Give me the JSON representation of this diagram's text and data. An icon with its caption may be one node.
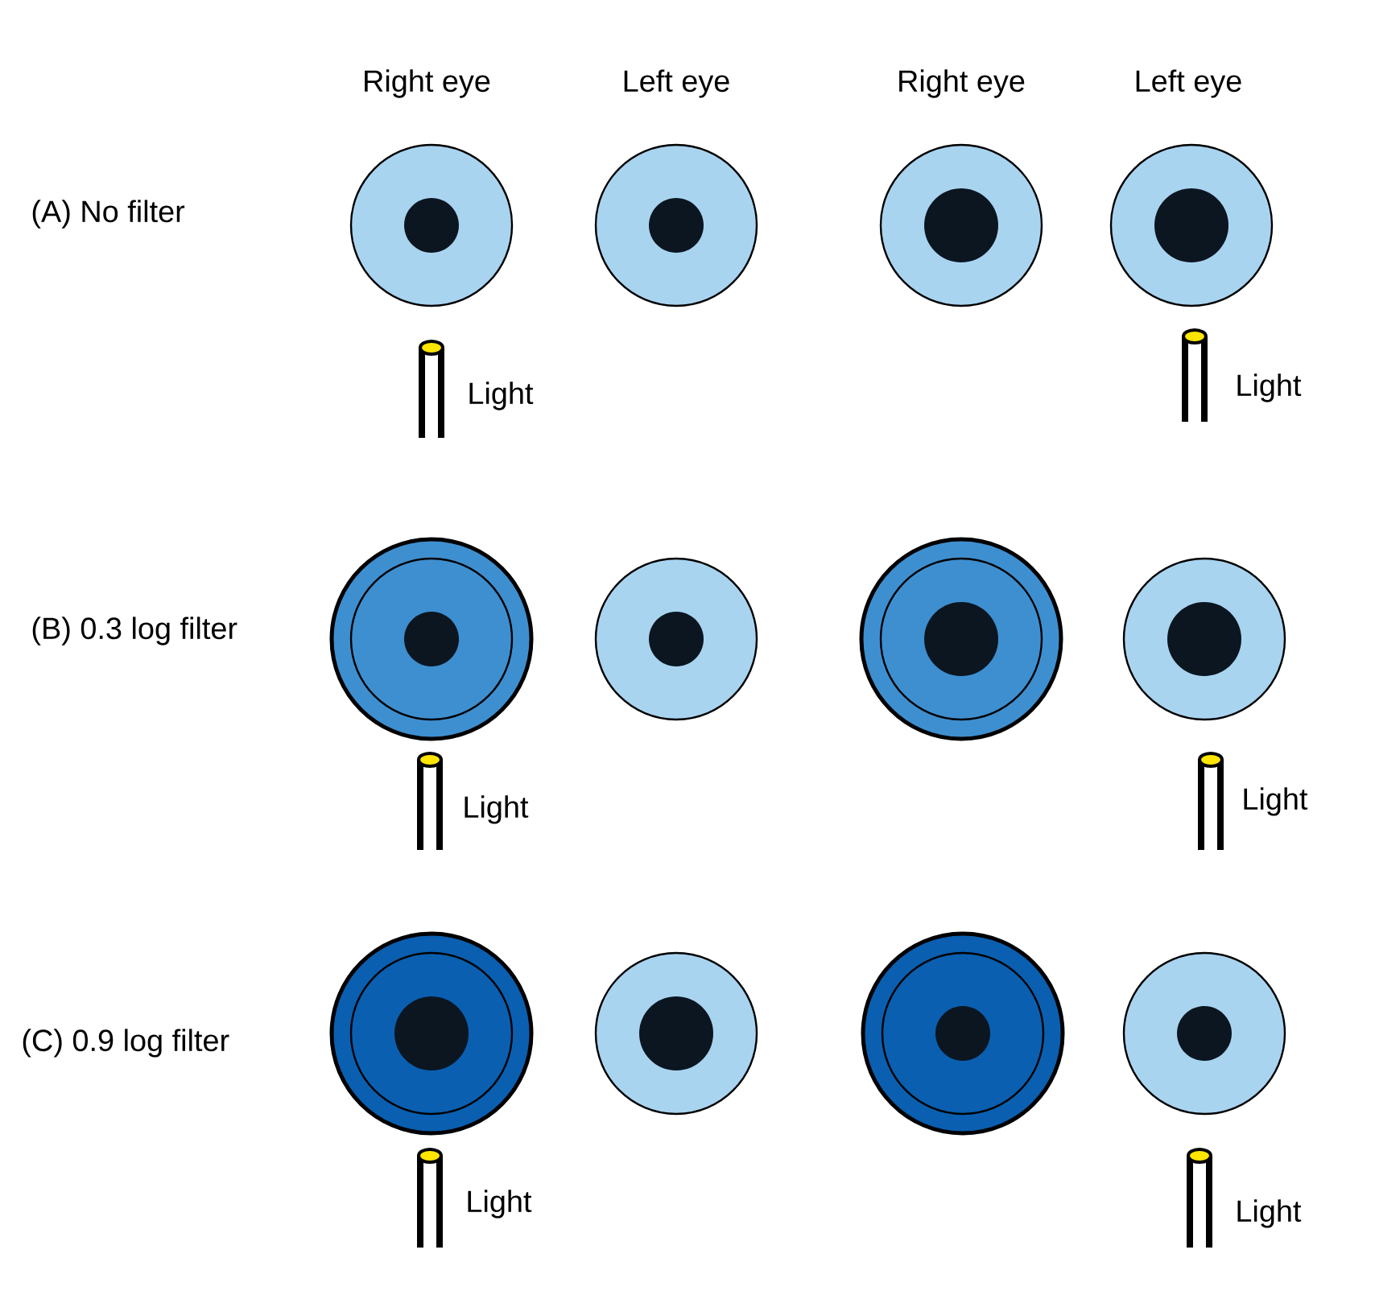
{
  "diagram": {
    "labels": [
      "Right eye",
      "Left eye",
      "Right eye",
      "Left eye",
      "(A) No filter",
      "Light",
      "Light",
      "(B) 0.3 log filter",
      "Light",
      "Light",
      "(C) 0.9 log filter",
      "Light",
      "Light"
    ]
  }
}
